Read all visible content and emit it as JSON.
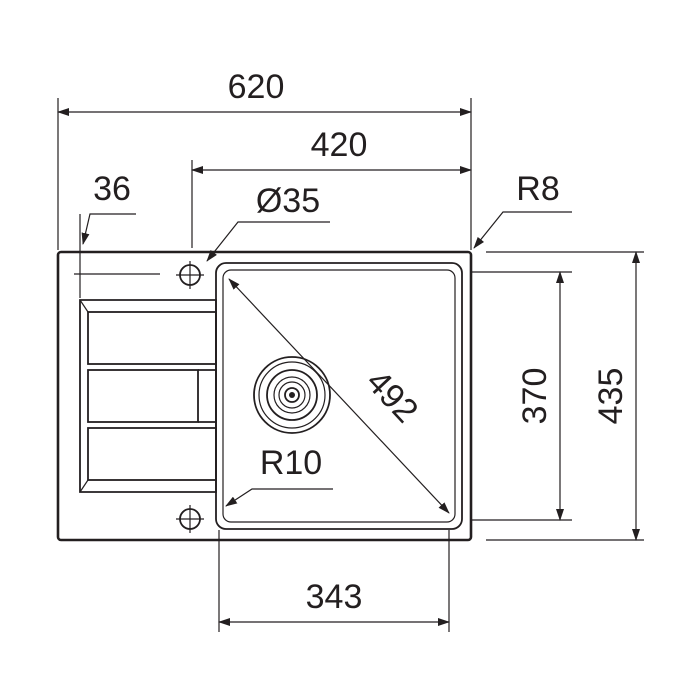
{
  "drawing": {
    "ink_color": "#231f20",
    "background_color": "#ffffff",
    "dimensions": {
      "overall_width": "620",
      "bowl_section_width": "420",
      "drainer_offset": "36",
      "tap_hole": "Ø35",
      "corner_radius_outer": "R8",
      "bowl_diagonal": "492",
      "bowl_corner_radius": "R10",
      "bowl_depth": "370",
      "overall_depth": "435",
      "bowl_width": "343"
    }
  }
}
